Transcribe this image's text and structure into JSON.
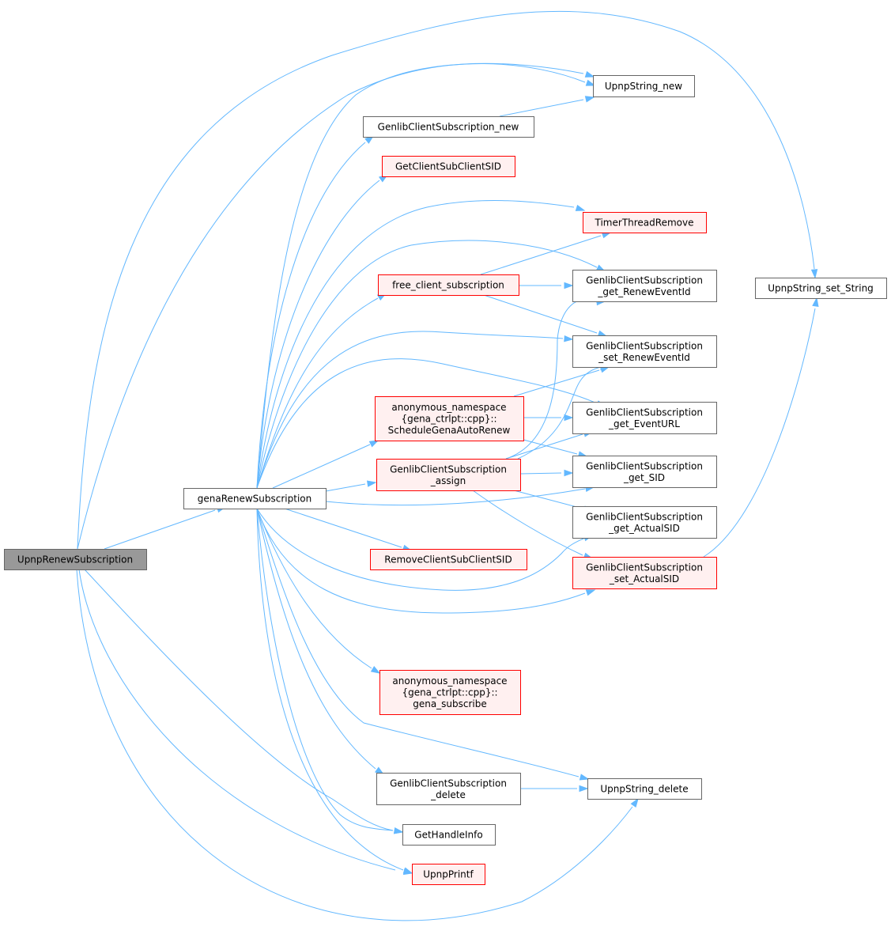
{
  "colors": {
    "edge": "#63b8ff",
    "focus_fill": "#999999",
    "focus_border": "#666666",
    "normal_fill": "#ffffff",
    "normal_border": "#666666",
    "truncated_fill": "#fff0f0",
    "truncated_border": "#ff0000"
  },
  "nodes": {
    "upnp_renew_subscription": {
      "lines": [
        "UpnpRenewSubscription"
      ],
      "style": "focus"
    },
    "gena_renew_subscription": {
      "lines": [
        "genaRenewSubscription"
      ],
      "style": "normal"
    },
    "upnp_string_new": {
      "lines": [
        "UpnpString_new"
      ],
      "style": "normal"
    },
    "genlib_client_subscription_new": {
      "lines": [
        "GenlibClientSubscription_new"
      ],
      "style": "normal"
    },
    "get_client_sub_client_sid": {
      "lines": [
        "GetClientSubClientSID"
      ],
      "style": "truncated"
    },
    "timer_thread_remove": {
      "lines": [
        "TimerThreadRemove"
      ],
      "style": "truncated"
    },
    "free_client_subscription": {
      "lines": [
        "free_client_subscription"
      ],
      "style": "truncated"
    },
    "get_renew_event_id": {
      "lines": [
        "GenlibClientSubscription",
        "_get_RenewEventId"
      ],
      "style": "normal"
    },
    "upnp_string_set_string": {
      "lines": [
        "UpnpString_set_String"
      ],
      "style": "normal"
    },
    "set_renew_event_id": {
      "lines": [
        "GenlibClientSubscription",
        "_set_RenewEventId"
      ],
      "style": "normal"
    },
    "schedule_gena_auto_renew": {
      "lines": [
        "anonymous_namespace",
        "{gena_ctrlpt::cpp}::",
        "ScheduleGenaAutoRenew"
      ],
      "style": "truncated"
    },
    "get_event_url": {
      "lines": [
        "GenlibClientSubscription",
        "_get_EventURL"
      ],
      "style": "normal"
    },
    "subscription_assign": {
      "lines": [
        "GenlibClientSubscription",
        "_assign"
      ],
      "style": "truncated"
    },
    "get_sid": {
      "lines": [
        "GenlibClientSubscription",
        "_get_SID"
      ],
      "style": "normal"
    },
    "get_actual_sid": {
      "lines": [
        "GenlibClientSubscription",
        "_get_ActualSID"
      ],
      "style": "normal"
    },
    "remove_client_sub_client_sid": {
      "lines": [
        "RemoveClientSubClientSID"
      ],
      "style": "truncated"
    },
    "set_actual_sid": {
      "lines": [
        "GenlibClientSubscription",
        "_set_ActualSID"
      ],
      "style": "truncated"
    },
    "gena_subscribe": {
      "lines": [
        "anonymous_namespace",
        "{gena_ctrlpt::cpp}::",
        "gena_subscribe"
      ],
      "style": "truncated"
    },
    "subscription_delete": {
      "lines": [
        "GenlibClientSubscription",
        "_delete"
      ],
      "style": "normal"
    },
    "upnp_string_delete": {
      "lines": [
        "UpnpString_delete"
      ],
      "style": "normal"
    },
    "get_handle_info": {
      "lines": [
        "GetHandleInfo"
      ],
      "style": "normal"
    },
    "upnp_printf": {
      "lines": [
        "UpnpPrintf"
      ],
      "style": "truncated"
    }
  },
  "edges": [
    [
      "upnp_renew_subscription",
      "gena_renew_subscription"
    ],
    [
      "upnp_renew_subscription",
      "upnp_string_new"
    ],
    [
      "upnp_renew_subscription",
      "upnp_string_set_string"
    ],
    [
      "upnp_renew_subscription",
      "get_handle_info"
    ],
    [
      "upnp_renew_subscription",
      "upnp_printf"
    ],
    [
      "upnp_renew_subscription",
      "upnp_string_delete"
    ],
    [
      "gena_renew_subscription",
      "upnp_string_new"
    ],
    [
      "gena_renew_subscription",
      "genlib_client_subscription_new"
    ],
    [
      "gena_renew_subscription",
      "get_client_sub_client_sid"
    ],
    [
      "gena_renew_subscription",
      "timer_thread_remove"
    ],
    [
      "gena_renew_subscription",
      "free_client_subscription"
    ],
    [
      "gena_renew_subscription",
      "get_renew_event_id"
    ],
    [
      "gena_renew_subscription",
      "set_renew_event_id"
    ],
    [
      "gena_renew_subscription",
      "get_event_url"
    ],
    [
      "gena_renew_subscription",
      "schedule_gena_auto_renew"
    ],
    [
      "gena_renew_subscription",
      "subscription_assign"
    ],
    [
      "gena_renew_subscription",
      "get_sid"
    ],
    [
      "gena_renew_subscription",
      "remove_client_sub_client_sid"
    ],
    [
      "gena_renew_subscription",
      "get_actual_sid"
    ],
    [
      "gena_renew_subscription",
      "set_actual_sid"
    ],
    [
      "gena_renew_subscription",
      "gena_subscribe"
    ],
    [
      "gena_renew_subscription",
      "subscription_delete"
    ],
    [
      "gena_renew_subscription",
      "upnp_string_delete"
    ],
    [
      "gena_renew_subscription",
      "get_handle_info"
    ],
    [
      "gena_renew_subscription",
      "upnp_printf"
    ],
    [
      "genlib_client_subscription_new",
      "upnp_string_new"
    ],
    [
      "free_client_subscription",
      "timer_thread_remove"
    ],
    [
      "free_client_subscription",
      "get_renew_event_id"
    ],
    [
      "free_client_subscription",
      "set_renew_event_id"
    ],
    [
      "schedule_gena_auto_renew",
      "set_renew_event_id"
    ],
    [
      "schedule_gena_auto_renew",
      "get_event_url"
    ],
    [
      "schedule_gena_auto_renew",
      "get_sid"
    ],
    [
      "subscription_assign",
      "get_renew_event_id"
    ],
    [
      "subscription_assign",
      "set_renew_event_id"
    ],
    [
      "subscription_assign",
      "get_event_url"
    ],
    [
      "subscription_assign",
      "get_sid"
    ],
    [
      "subscription_assign",
      "get_actual_sid"
    ],
    [
      "subscription_assign",
      "set_actual_sid"
    ],
    [
      "set_actual_sid",
      "upnp_string_set_string"
    ],
    [
      "subscription_delete",
      "upnp_string_delete"
    ]
  ]
}
